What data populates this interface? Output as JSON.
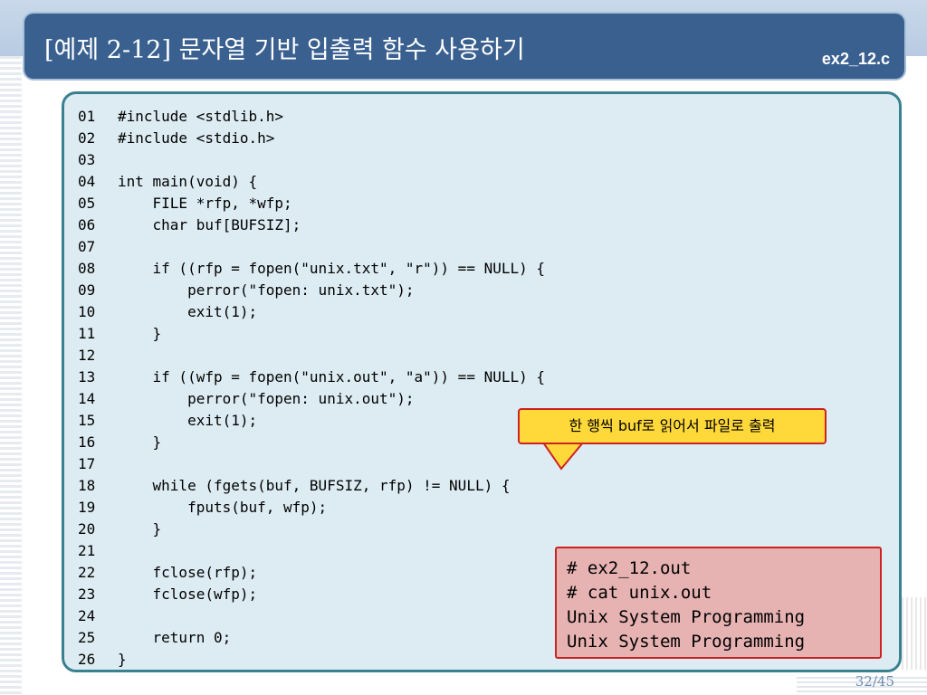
{
  "header": {
    "title": "[예제 2-12] 문자열 기반 입출력 함수 사용하기",
    "file_name": "ex2_12.c"
  },
  "code": {
    "lines": [
      {
        "num": "01",
        "text": "#include <stdlib.h>"
      },
      {
        "num": "02",
        "text": "#include <stdio.h>"
      },
      {
        "num": "03",
        "text": ""
      },
      {
        "num": "04",
        "text": "int main(void) {"
      },
      {
        "num": "05",
        "text": "    FILE *rfp, *wfp;"
      },
      {
        "num": "06",
        "text": "    char buf[BUFSIZ];"
      },
      {
        "num": "07",
        "text": ""
      },
      {
        "num": "08",
        "text": "    if ((rfp = fopen(\"unix.txt\", \"r\")) == NULL) {"
      },
      {
        "num": "09",
        "text": "        perror(\"fopen: unix.txt\");"
      },
      {
        "num": "10",
        "text": "        exit(1);"
      },
      {
        "num": "11",
        "text": "    }"
      },
      {
        "num": "12",
        "text": ""
      },
      {
        "num": "13",
        "text": "    if ((wfp = fopen(\"unix.out\", \"a\")) == NULL) {"
      },
      {
        "num": "14",
        "text": "        perror(\"fopen: unix.out\");"
      },
      {
        "num": "15",
        "text": "        exit(1);"
      },
      {
        "num": "16",
        "text": "    }"
      },
      {
        "num": "17",
        "text": ""
      },
      {
        "num": "18",
        "text": "    while (fgets(buf, BUFSIZ, rfp) != NULL) {"
      },
      {
        "num": "19",
        "text": "        fputs(buf, wfp);"
      },
      {
        "num": "20",
        "text": "    }"
      },
      {
        "num": "21",
        "text": ""
      },
      {
        "num": "22",
        "text": "    fclose(rfp);"
      },
      {
        "num": "23",
        "text": "    fclose(wfp);"
      },
      {
        "num": "24",
        "text": ""
      },
      {
        "num": "25",
        "text": "    return 0;"
      },
      {
        "num": "26",
        "text": "}"
      }
    ]
  },
  "callout": {
    "text": "한 행씩 buf로 읽어서 파일로 출력"
  },
  "output": {
    "lines": [
      "# ex2_12.out",
      "# cat unix.out",
      "Unix System Programming",
      "Unix System Programming"
    ]
  },
  "footer": {
    "page": "32/45"
  }
}
